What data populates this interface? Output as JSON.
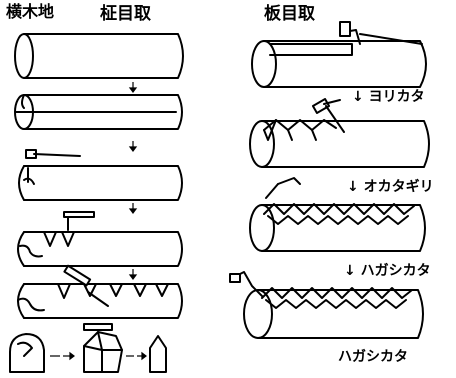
{
  "headers": {
    "left_method": "横木地",
    "left_process": "柾目取",
    "right_process": "板目取"
  },
  "steps": {
    "yorikata": "ヨリカタ",
    "okatagiri": "オカタギリ",
    "hagashikata": "ハガシカタ",
    "hagashikata_bottom": "ハガシカタ"
  },
  "arrow_glyph": "↓"
}
